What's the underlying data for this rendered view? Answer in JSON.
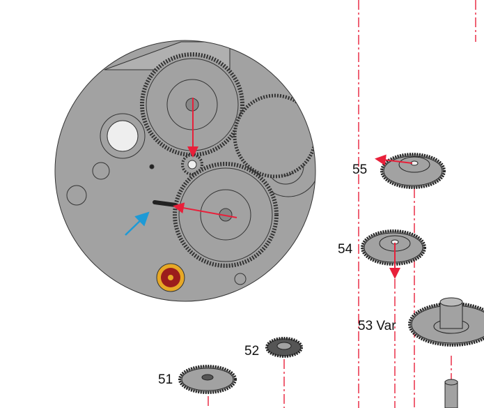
{
  "labels": {
    "p55": "55",
    "p54": "54",
    "p53": "53 Var",
    "p52": "52",
    "p51": "51"
  },
  "colors": {
    "accent_red": "#e8203a",
    "arrow_blue": "#1e9ad6",
    "metal_gray": "#a2a2a2",
    "jewel": "#9b1c1c"
  }
}
